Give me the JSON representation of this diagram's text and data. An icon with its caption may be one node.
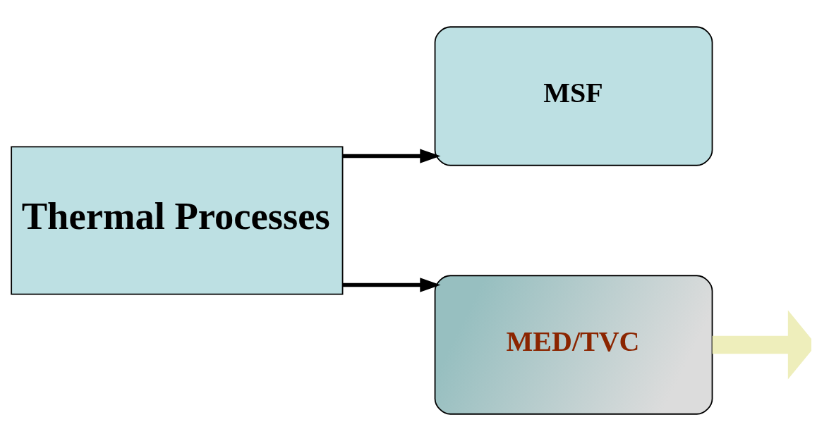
{
  "diagram": {
    "nodes": [
      {
        "text": [
          "Thermal Processes"
        ]
      },
      {
        "text": [
          "MSF"
        ]
      },
      {
        "text": [
          "MED/TVC"
        ]
      }
    ],
    "edges": [
      {
        "from": 0,
        "to": 1,
        "arrow": "to"
      },
      {
        "from": 0,
        "to": 2,
        "arrow": "to"
      },
      {
        "from": 2,
        "to": null,
        "arrow": "to",
        "style": "thick",
        "color": "#eeeebb"
      }
    ]
  }
}
